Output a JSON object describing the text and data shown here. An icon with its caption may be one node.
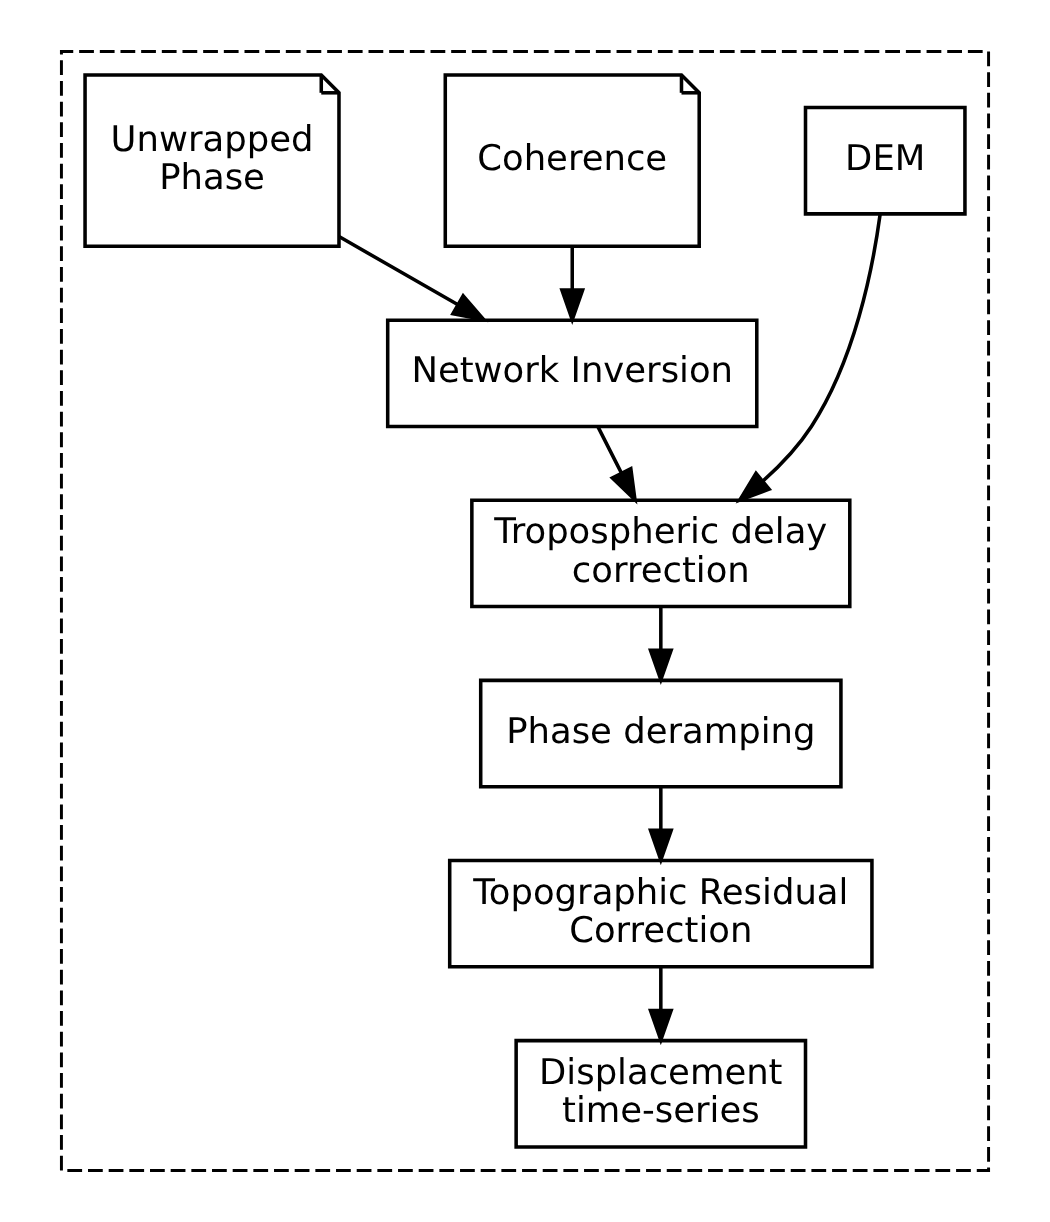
{
  "diagram": {
    "nodes": [
      {
        "text": [],
        "shape": "box"
      },
      {
        "text": [
          "Unwrapped Phase"
        ],
        "in": 0
      },
      {
        "text": [
          "Coherence"
        ],
        "in": 0
      },
      {
        "text": [
          "DEM"
        ],
        "in": 0
      },
      {
        "text": [
          "Network Inversion"
        ],
        "in": 0
      },
      {
        "text": [
          "Tropospheric delay correction"
        ],
        "in": 0
      },
      {
        "text": [
          "Phase deramping"
        ],
        "in": 0
      },
      {
        "text": [
          "Topographic Residual Correction"
        ],
        "in": 0
      },
      {
        "text": [
          "Displacement time-series"
        ],
        "in": 0
      }
    ],
    "edges": [
      {
        "from": 1,
        "to": 4,
        "arrow": "to"
      },
      {
        "from": 2,
        "to": 4,
        "arrow": "to"
      },
      {
        "from": 3,
        "to": 5,
        "arrow": "to"
      },
      {
        "from": 4,
        "to": 5,
        "arrow": "to"
      },
      {
        "from": 5,
        "to": 6,
        "arrow": "to"
      },
      {
        "from": 6,
        "to": 7,
        "arrow": "to"
      },
      {
        "from": 7,
        "to": 8,
        "arrow": "to"
      }
    ]
  }
}
